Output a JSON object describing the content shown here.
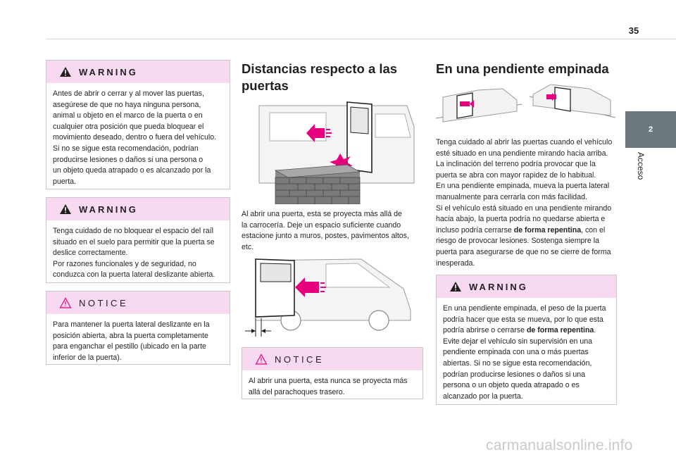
{
  "page": {
    "number": "35"
  },
  "side_tab": {
    "chapter": "2",
    "label": "Acceso"
  },
  "col1": {
    "warning1": {
      "title": "WARNING",
      "lines": [
        "Antes de abrir o cerrar y al mover las puertas,",
        "asegúrese de que no haya ninguna persona,",
        "animal u objeto en el marco de la puerta o en",
        "cualquier otra posición que pueda bloquear el",
        "movimiento deseado, dentro o fuera del vehículo.",
        "Si no se sigue esta recomendación, podrían",
        "producirse lesiones o daños si una persona o",
        "un objeto queda atrapado o es alcanzado por la",
        "puerta."
      ]
    },
    "warning2": {
      "title": "WARNING",
      "lines": [
        "Tenga cuidado de no bloquear el espacio del raíl",
        "situado en el suelo para permitir que la puerta se",
        "deslice correctamente.",
        "Por razones funcionales y de seguridad, no",
        "conduzca con la puerta lateral deslizante abierta."
      ]
    },
    "notice": {
      "title": "NOTICE",
      "lines": [
        "Para mantener la puerta lateral deslizante en la",
        "posición abierta, abra la puerta completamente",
        "para enganchar el pestillo (ubicado en la parte",
        "inferior de la puerta)."
      ]
    }
  },
  "col2": {
    "heading_line1": "Distancias respecto a las",
    "heading_line2": "puertas",
    "para_lines": [
      "Al abrir una puerta, esta se proyecta más allá de",
      "la carrocería. Deje un espacio suficiente cuando",
      "estacione junto a muros, postes, pavimentos altos,",
      "etc."
    ],
    "notice": {
      "title": "NOTICE",
      "lines": [
        "Al abrir una puerta, esta nunca se proyecta más",
        "allá del parachoques trasero."
      ]
    }
  },
  "col3": {
    "heading": "En una pendiente empinada",
    "para_lines": [
      "Tenga cuidado al abrir las puertas cuando el vehículo",
      "esté situado en una pendiente mirando hacia arriba.",
      "La inclinación del terreno podría provocar que la",
      "puerta se abra con mayor rapidez de lo habitual.",
      "En una pendiente empinada, mueva la puerta lateral",
      "manualmente para cerrarla con más facilidad.",
      "Si el vehículo está situado en una pendiente mirando",
      "hacia abajo, la puerta podría no quedarse abierta e",
      "incluso podría cerrarse",
      "de forma repentina",
      ", con el",
      "riesgo de provocar lesiones. Sostenga siempre la",
      "puerta para asegurarse de que no se cierre de forma",
      "inesperada."
    ],
    "warning": {
      "title": "WARNING",
      "lines": [
        "En una pendiente empinada, el peso de la puerta",
        "podría hacer que esta se mueva, por lo que esta",
        "podría abrirse o cerrarse",
        "de forma repentina",
        ".",
        "Evite dejar el vehículo sin supervisión en una",
        "pendiente empinada con una o más puertas",
        "abiertas. Si no se sigue esta recomendación,",
        "podrían producirse lesiones o daños si una",
        "persona o un objeto queda atrapado o es",
        "alcanzado por la puerta."
      ]
    }
  },
  "watermark": "carmanualsonline.info",
  "colors": {
    "header_bg": "#f7d9f1",
    "tab_bg": "#6b797f",
    "arrow": "#e6007e",
    "wall": "#7a7a7a"
  }
}
